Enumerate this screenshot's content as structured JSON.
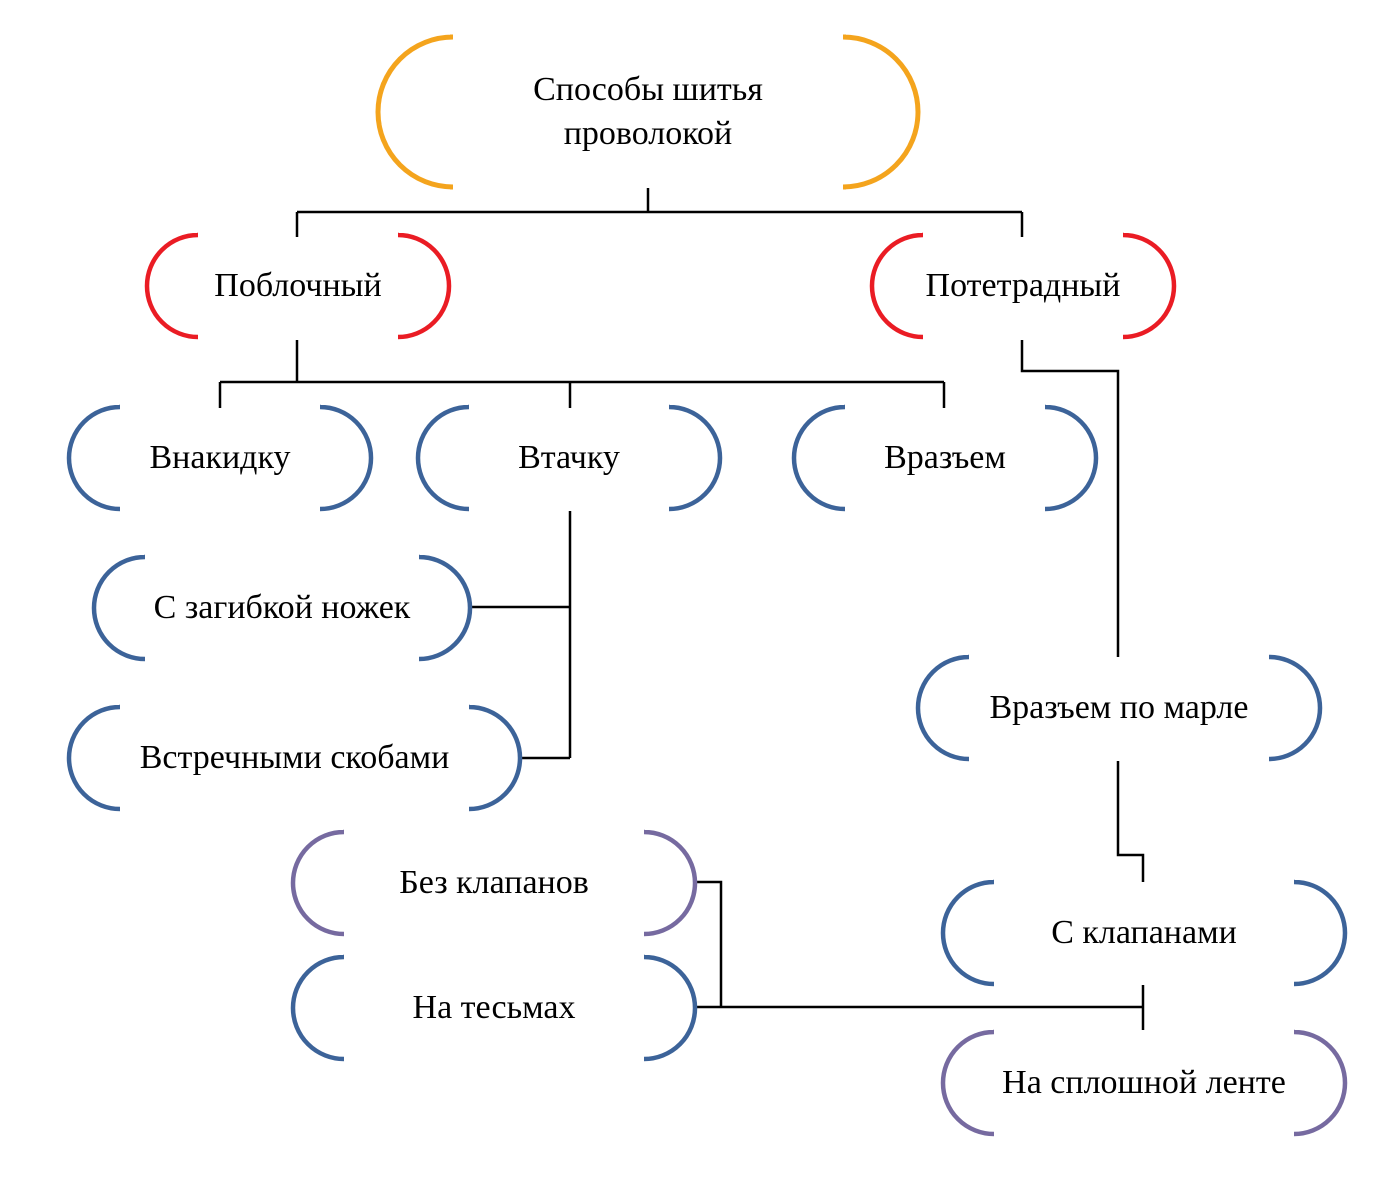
{
  "colors": {
    "root": "#f4a41d",
    "level1": "#ea1c24",
    "blue": "#3c6399",
    "purple": "#766aa0",
    "connector": "#000000"
  },
  "nodes": {
    "root": {
      "label": "Способы шитья\nпроволокой",
      "color": "root"
    },
    "poblochny": {
      "label": "Поблочный",
      "color": "level1"
    },
    "potetradny": {
      "label": "Потетрадный",
      "color": "level1"
    },
    "vnakidku": {
      "label": "Внакидку",
      "color": "blue"
    },
    "vtachku": {
      "label": "Втачку",
      "color": "blue"
    },
    "vrazem": {
      "label": "Вразъем",
      "color": "blue"
    },
    "s_zagibkoy": {
      "label": "С загибкой ножек",
      "color": "blue"
    },
    "vstrechnymi": {
      "label": "Встречными скобами",
      "color": "blue"
    },
    "vrazem_po_marle": {
      "label": "Вразъем по марле",
      "color": "blue"
    },
    "bez_klapanov": {
      "label": "Без клапанов",
      "color": "purple"
    },
    "s_klapanami": {
      "label": "С клапанами",
      "color": "blue"
    },
    "na_tesmakh": {
      "label": "На тесьмах",
      "color": "blue"
    },
    "na_sploshnoy": {
      "label": "На сплошной ленте",
      "color": "purple"
    }
  }
}
